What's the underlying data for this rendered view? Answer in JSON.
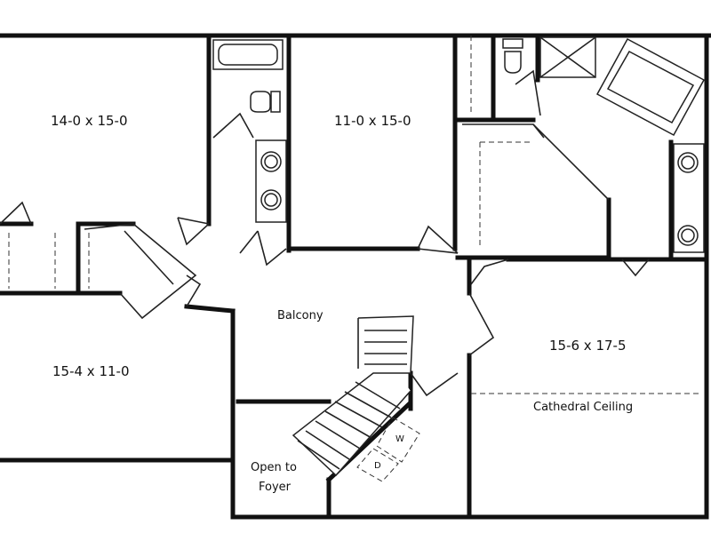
{
  "rooms": {
    "bedroom_top_left": "14-0 x 15-0",
    "bedroom_top_middle": "11-0 x 15-0",
    "bedroom_bottom_left": "15-4 x 11-0",
    "master_bedroom": "15-6 x 17-5"
  },
  "areas": {
    "balcony": "Balcony",
    "cathedral_ceiling": "Cathedral Ceiling",
    "open_to_foyer_line1": "Open to",
    "open_to_foyer_line2": "Foyer"
  },
  "appliances": {
    "dryer": "D",
    "washer": "W"
  }
}
